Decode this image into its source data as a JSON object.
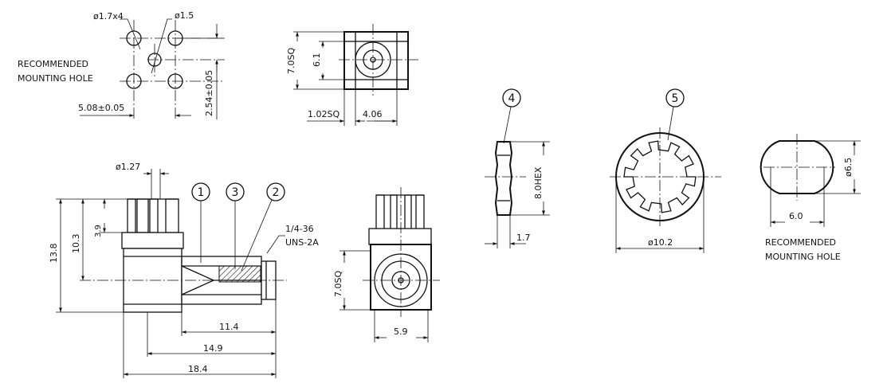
{
  "mounting_pattern": {
    "hole_dia_x4": "ø1.7x4",
    "center_hole_dia": "ø1.5",
    "label_line1": "RECOMMENDED",
    "label_line2": "MOUNTING HOLE",
    "spacing_h": "5.08±0.05",
    "spacing_v": "2.54±0.05"
  },
  "top_view": {
    "outer_sq": "7.0SQ",
    "inner": "6.1",
    "pin_sq": "1.02SQ",
    "pitch": "4.06"
  },
  "side_view": {
    "pin_dia": "ø1.27",
    "height_small": "3.9",
    "height_mid": "10.3",
    "height_total": "13.8",
    "len_a": "11.4",
    "len_b": "14.9",
    "len_total": "18.4",
    "thread_line1": "1/4-36",
    "thread_line2": "UNS-2A",
    "callout_1": "1",
    "callout_2": "2",
    "callout_3": "3"
  },
  "front_view": {
    "outer_sq": "7.0SQ",
    "width": "5.9"
  },
  "hex_nut": {
    "callout": "4",
    "hex": "8.0HEX",
    "thickness": "1.7"
  },
  "lock_washer": {
    "callout": "5",
    "diameter": "ø10.2"
  },
  "panel_hole": {
    "diameter": "ø6.5",
    "flat": "6.0",
    "label_line1": "RECOMMENDED",
    "label_line2": "MOUNTING HOLE"
  }
}
